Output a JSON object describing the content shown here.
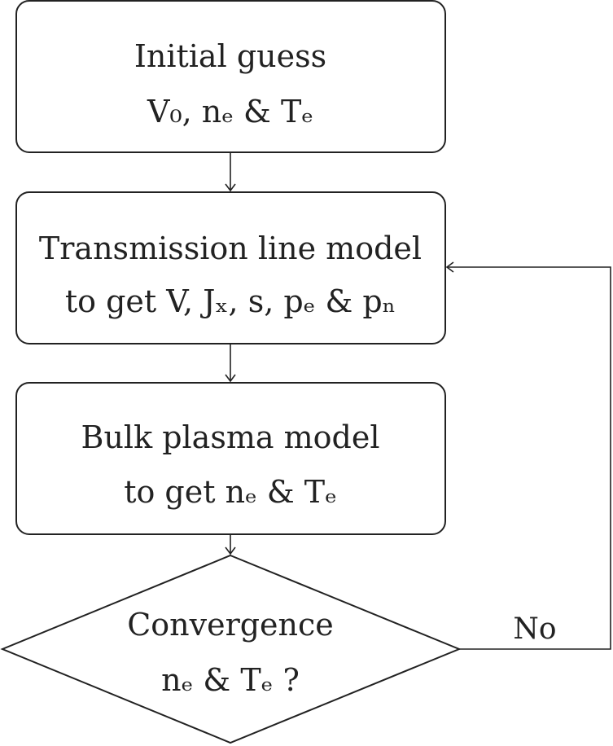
{
  "flowchart": {
    "nodes": [
      {
        "id": "initial",
        "shape": "rounded-rect",
        "lines": [
          "Initial guess",
          "V₀, nₑ & Tₑ"
        ]
      },
      {
        "id": "transmission",
        "shape": "rounded-rect",
        "lines": [
          "Transmission line model",
          "to get V, Jₓ, s, pₑ & pₙ"
        ]
      },
      {
        "id": "bulk",
        "shape": "rounded-rect",
        "lines": [
          "Bulk plasma model",
          "to get nₑ & Tₑ"
        ]
      },
      {
        "id": "convergence",
        "shape": "diamond",
        "lines": [
          "Convergence",
          "nₑ & Tₑ ?"
        ]
      }
    ],
    "edges": [
      {
        "from": "initial",
        "to": "transmission",
        "label": ""
      },
      {
        "from": "transmission",
        "to": "bulk",
        "label": ""
      },
      {
        "from": "bulk",
        "to": "convergence",
        "label": ""
      },
      {
        "from": "convergence",
        "to": "transmission",
        "label": "No"
      }
    ]
  }
}
